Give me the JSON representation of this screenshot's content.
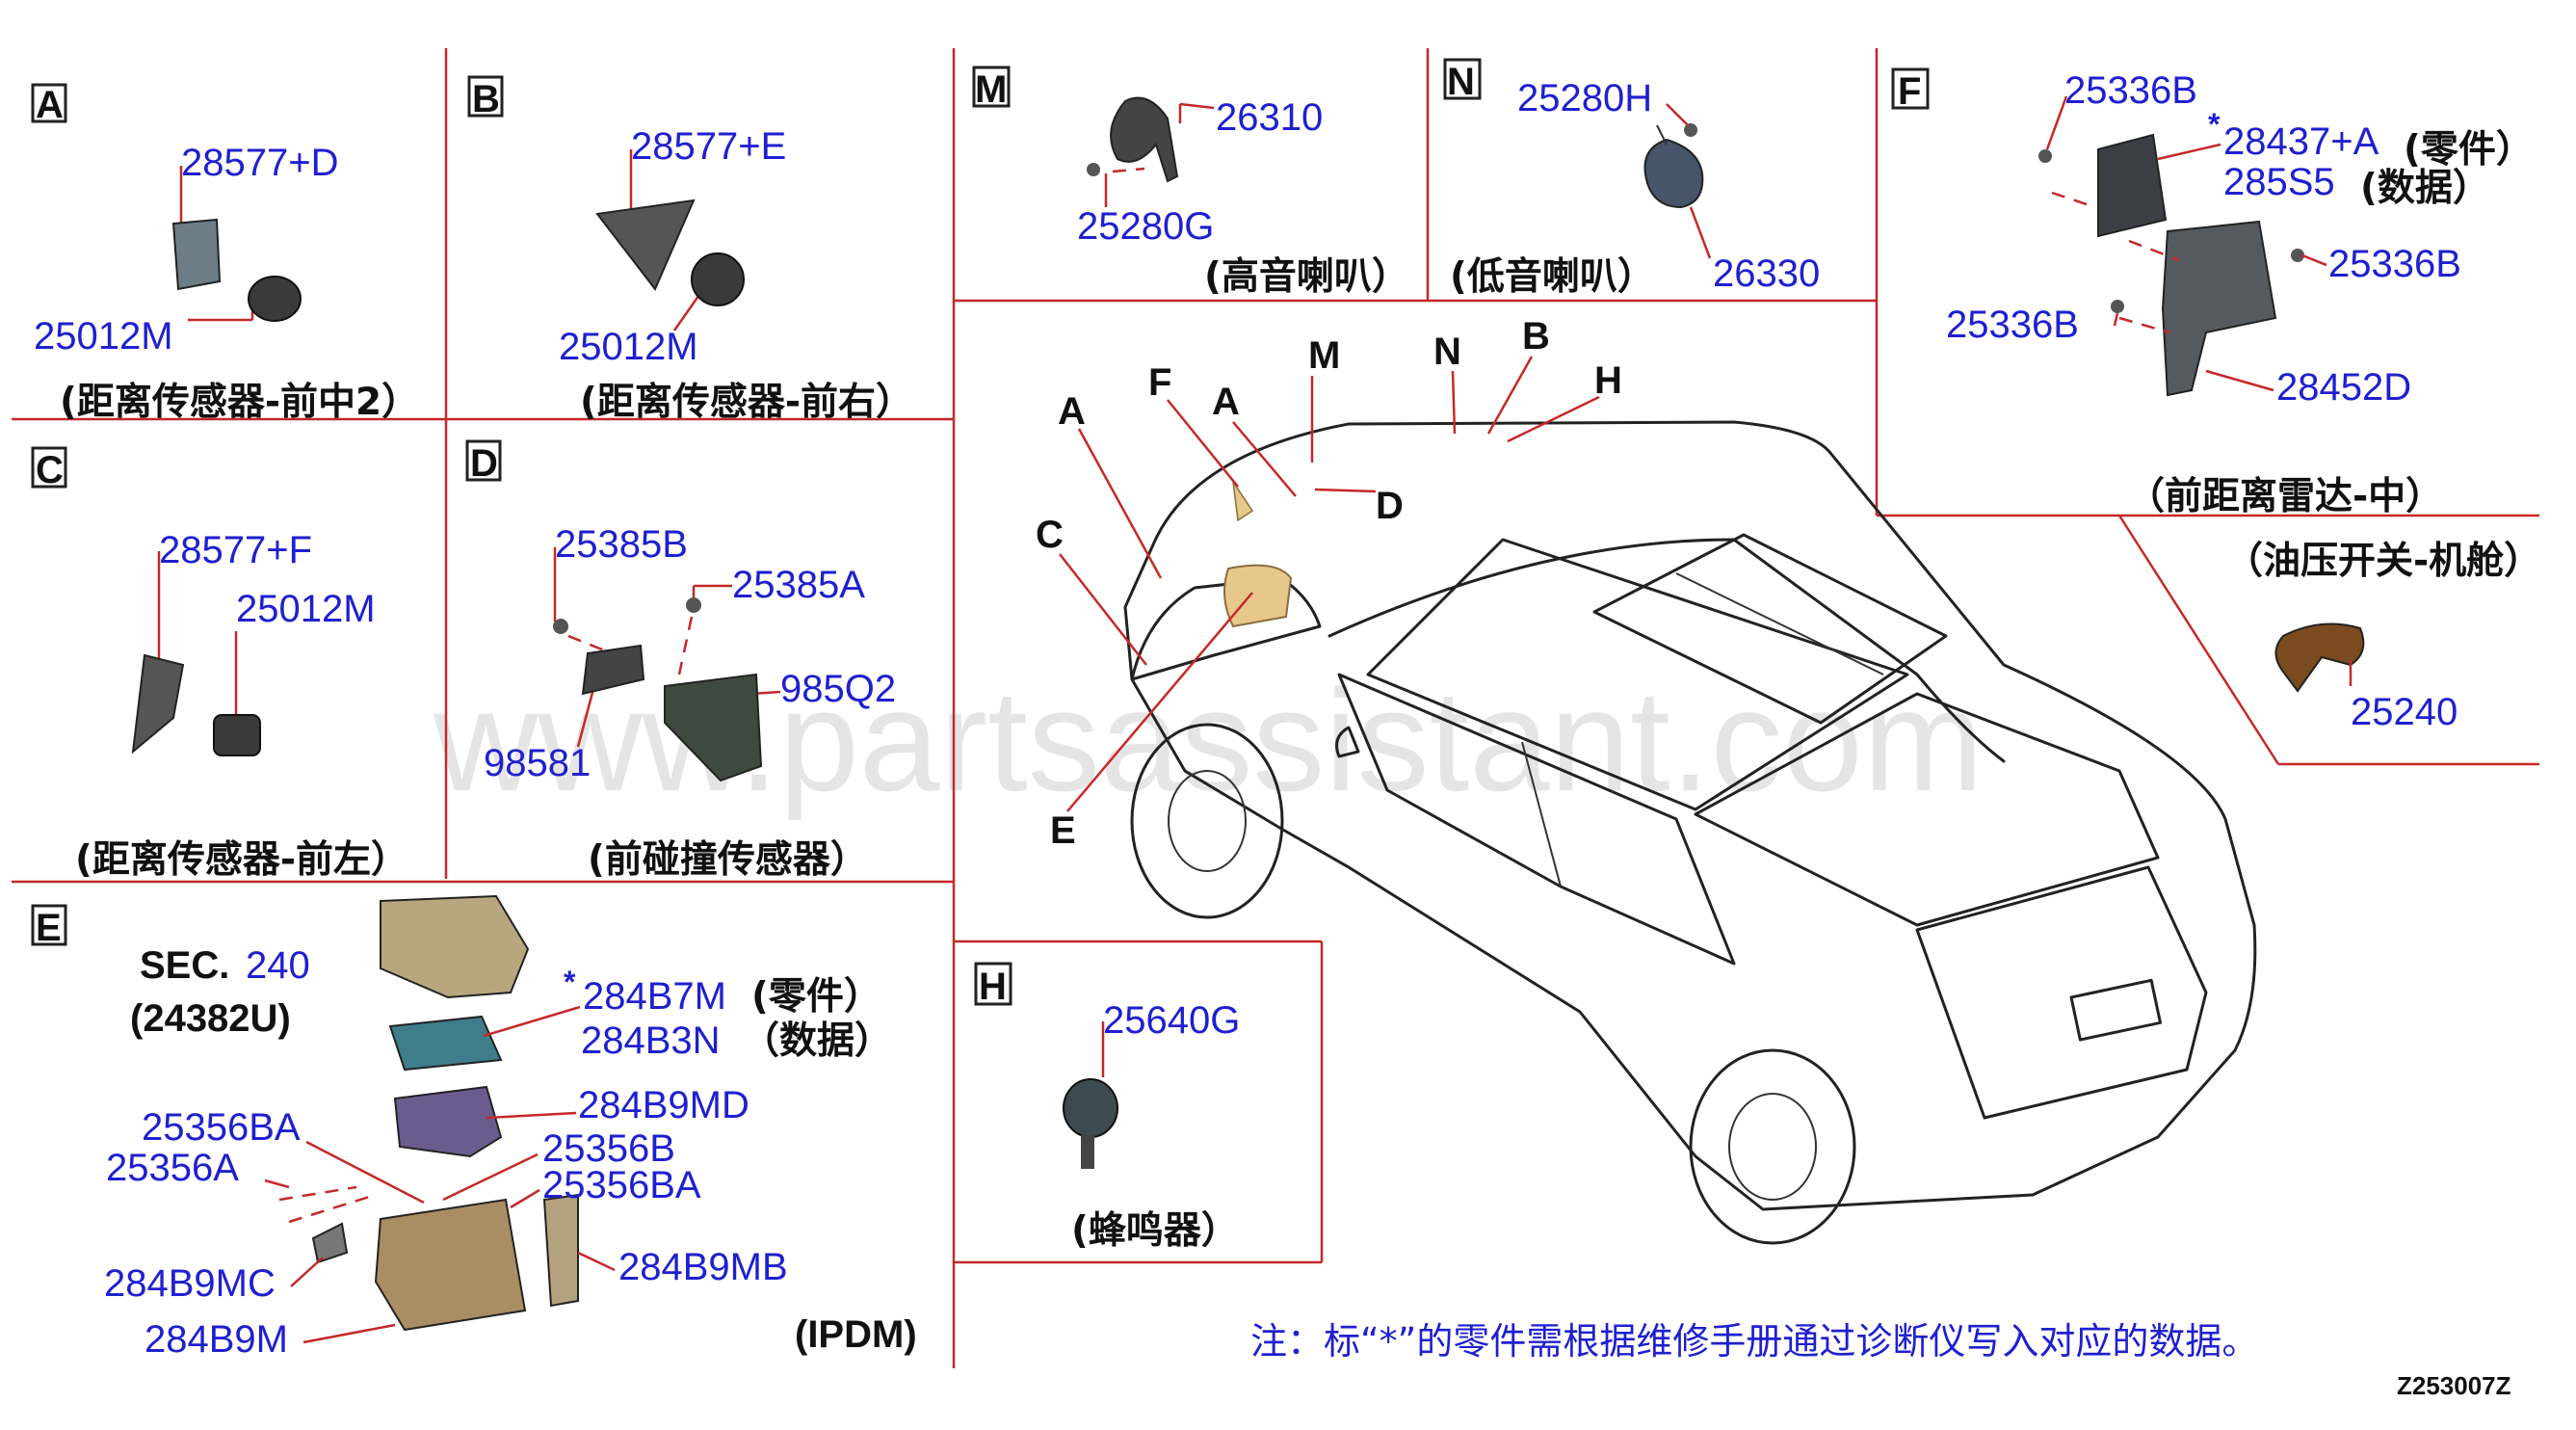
{
  "watermark": "www.partsassistant.com",
  "drawing_code": "Z253007Z",
  "note": "注：标“*”的零件需根据维修手册通过诊断仪写入对应的数据。",
  "sections": {
    "A": {
      "letter": "A",
      "parts": [
        "28577+D",
        "25012M"
      ],
      "caption": "(距离传感器-前中2）"
    },
    "B": {
      "letter": "B",
      "parts": [
        "28577+E",
        "25012M"
      ],
      "caption": "(距离传感器-前右）"
    },
    "C": {
      "letter": "C",
      "parts": [
        "28577+F",
        "25012M"
      ],
      "caption": "(距离传感器-前左）"
    },
    "D": {
      "letter": "D",
      "parts": [
        "25385B",
        "25385A",
        "985Q2",
        "98581"
      ],
      "caption": "(前碰撞传感器）"
    },
    "E": {
      "letter": "E",
      "sec_prefix": "SEC.",
      "sec_num": "240",
      "sec_sub": "(24382U)",
      "star": "*",
      "parts": [
        "284B7M",
        "284B3N",
        "284B9MD",
        "25356BA",
        "25356A",
        "25356B",
        "25356BA",
        "284B9MC",
        "284B9MB",
        "284B9M"
      ],
      "part_note1": "(零件）",
      "part_note2": "（数据）",
      "caption": "(IPDM)"
    },
    "M": {
      "letter": "M",
      "parts": [
        "26310",
        "25280G"
      ],
      "caption": "(高音喇叭）"
    },
    "N": {
      "letter": "N",
      "parts": [
        "25280H",
        "26330"
      ],
      "caption": "(低音喇叭）"
    },
    "F": {
      "letter": "F",
      "star": "*",
      "parts": [
        "25336B",
        "28437+A",
        "285S5",
        "25336B",
        "25336B",
        "28452D"
      ],
      "part_note1": "(零件）",
      "part_note2": "(数据）",
      "caption": "（前距离雷达-中）"
    },
    "oil": {
      "parts": [
        "25240"
      ],
      "caption": "（油压开关-机舱）"
    },
    "H": {
      "letter": "H",
      "parts": [
        "25640G"
      ],
      "caption": "(蜂鸣器）"
    }
  },
  "car_callouts": [
    "A",
    "F",
    "A",
    "M",
    "D",
    "N",
    "B",
    "H",
    "C",
    "E"
  ],
  "colors": {
    "label_blue": "#1f1fd0",
    "leader_red": "#c62828",
    "ipdm_tan": "#b8a77e",
    "ipdm_teal": "#3f7d8a",
    "ipdm_purple": "#6b5c8e",
    "oil_brown": "#7a4b1e"
  }
}
